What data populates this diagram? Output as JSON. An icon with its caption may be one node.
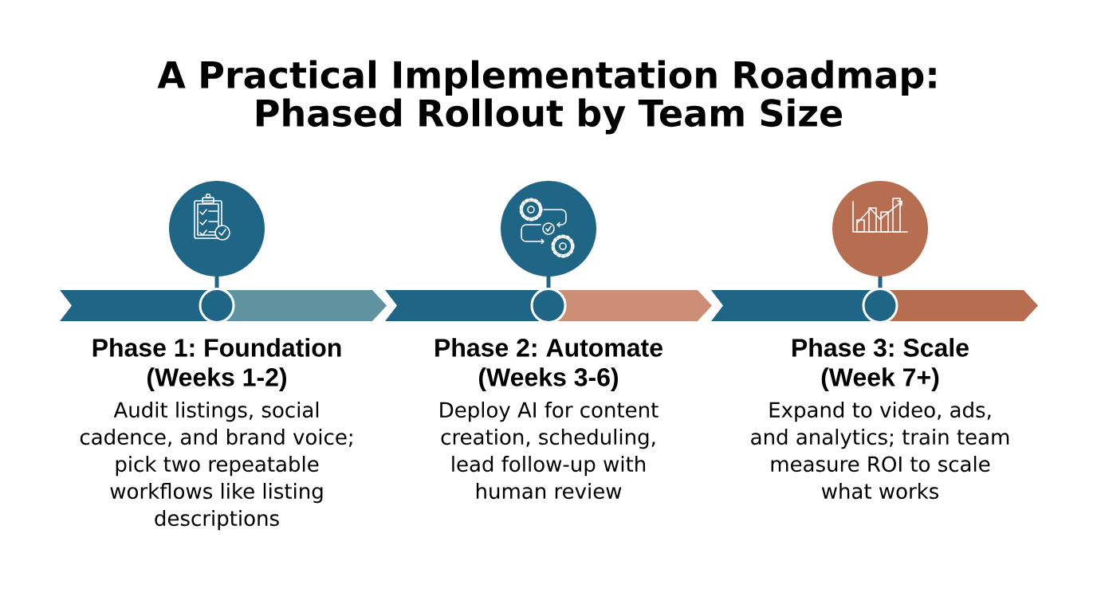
{
  "diagram": {
    "title": "A Practical Implementation Roadmap: Phased Rollout by Team Size",
    "nodes": [
      {
        "text": [
          "Phase 1: Foundation (Weeks 1-2)",
          "Audit listings, social cadence, and brand voice; pick two repeatable workflows like listing descriptions"
        ]
      },
      {
        "text": [
          "Phase 2: Automate (Weeks 3-6)",
          "Deploy AI for content creation, scheduling, lead follow-up with human review"
        ]
      },
      {
        "text": [
          "Phase 3: Scale (Week 7+)",
          "Expand to video, ads, and analytics; train team measure ROI to scale what works"
        ]
      }
    ]
  }
}
